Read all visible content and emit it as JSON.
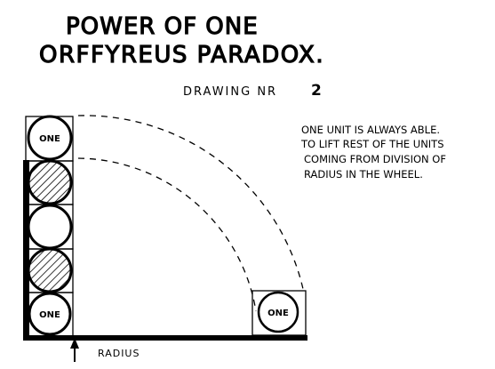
{
  "title": {
    "line1": "POWER OF ONE",
    "line2": "ORFFYREUS PARADOX."
  },
  "subtitle": {
    "label": "DRAWING NR",
    "number": "2"
  },
  "note": {
    "lines": [
      "ONE UNIT IS ALWAYS ABLE.",
      "TO LIFT REST OF THE UNITS",
      "COMING FROM DIVISION OF",
      "RADIUS IN THE WHEEL."
    ]
  },
  "units": {
    "one_label": "ONE",
    "stack": [
      {
        "label": "ONE",
        "fill": "none"
      },
      {
        "label": "",
        "fill": "hatched"
      },
      {
        "label": "",
        "fill": "none"
      },
      {
        "label": "",
        "fill": "hatched"
      },
      {
        "label": "ONE",
        "fill": "none"
      }
    ],
    "end_unit_label": "ONE"
  },
  "axis": {
    "radius_label": "RADIUS"
  },
  "colors": {
    "ink": "#000000",
    "paper": "#ffffff"
  }
}
